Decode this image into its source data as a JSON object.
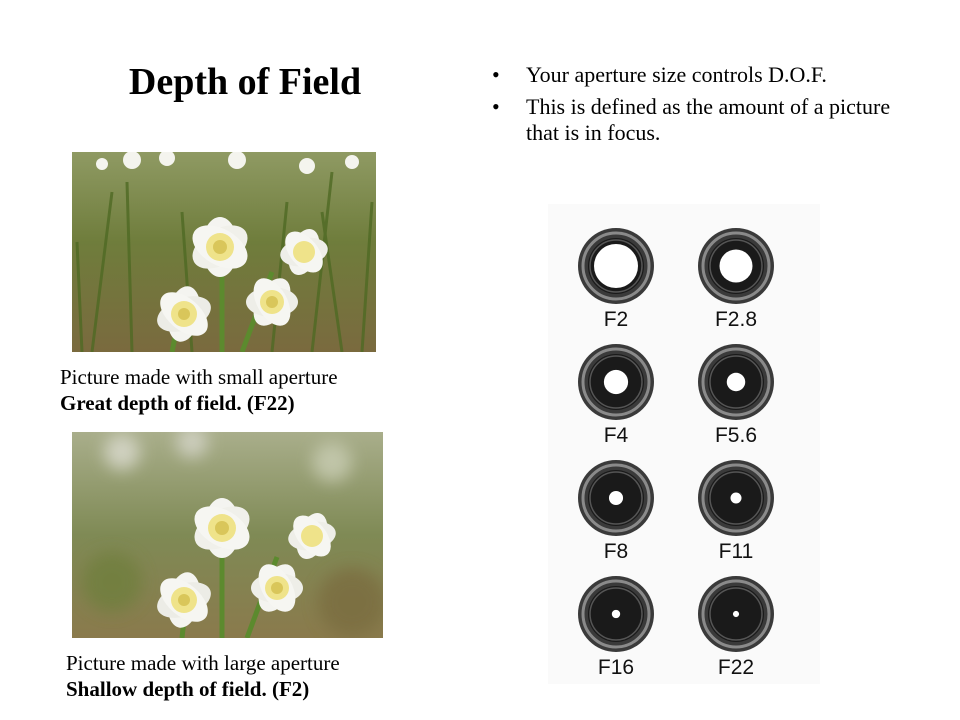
{
  "slide": {
    "title": "Depth of Field",
    "bullets": [
      "Your aperture size controls D.O.F.",
      "This is defined as the amount of a picture that is in focus."
    ]
  },
  "captions": {
    "small": {
      "line1": "Picture made with small aperture",
      "line2": "Great depth of field. (F22)"
    },
    "large": {
      "line1": "Picture made with large aperture",
      "line2": "Shallow depth of field. (F2)"
    }
  },
  "apertures": [
    {
      "label": "F2",
      "opening": 1.0
    },
    {
      "label": "F2.8",
      "opening": 0.75
    },
    {
      "label": "F4",
      "opening": 0.55
    },
    {
      "label": "F5.6",
      "opening": 0.42
    },
    {
      "label": "F8",
      "opening": 0.32
    },
    {
      "label": "F11",
      "opening": 0.25
    },
    {
      "label": "F16",
      "opening": 0.19
    },
    {
      "label": "F22",
      "opening": 0.14
    }
  ],
  "colors": {
    "lens_body": "#3a3a3a",
    "lens_ring": "#8a8a8a",
    "grass": "#6d7d3a",
    "petal": "#f4f4f0",
    "corona": "#efe38a"
  }
}
